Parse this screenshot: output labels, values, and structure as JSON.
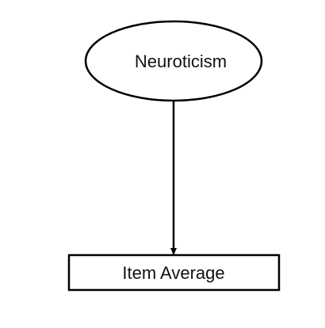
{
  "diagram": {
    "latent": {
      "label": "Neuroticism",
      "shape": "ellipse"
    },
    "indicator": {
      "label": "Item Average",
      "shape": "rectangle"
    },
    "edge": {
      "from": "latent",
      "to": "indicator",
      "style": "directed-arrow"
    },
    "stroke_color": "#000000",
    "background_color": "#ffffff"
  }
}
